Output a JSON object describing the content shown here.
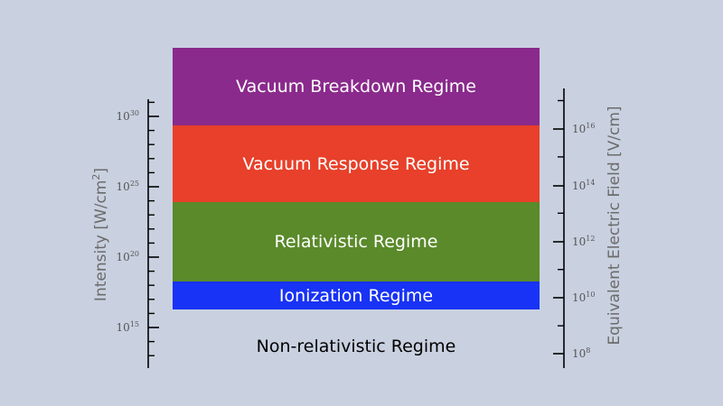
{
  "regimes": {
    "vacuum_breakdown": {
      "label": "Vacuum Breakdown Regime",
      "color": "#8a2a8c"
    },
    "vacuum_response": {
      "label": "Vacuum Response Regime",
      "color": "#e8402a"
    },
    "relativistic": {
      "label": "Relativistic Regime",
      "color": "#5a8a2a"
    },
    "ionization": {
      "label": "Ionization Regime",
      "color": "#1833f5"
    },
    "non_relativistic": {
      "label": "Non-relativistic Regime"
    }
  },
  "left_axis": {
    "title": "Intensity [W/cm",
    "title_sup": "2",
    "title_end": "]",
    "ticks": [
      {
        "base": "10",
        "exp": "30"
      },
      {
        "base": "10",
        "exp": "25"
      },
      {
        "base": "10",
        "exp": "20"
      },
      {
        "base": "10",
        "exp": "15"
      }
    ]
  },
  "right_axis": {
    "title": "Equivalent Electric Field  [V/cm]",
    "ticks": [
      {
        "base": "10",
        "exp": "16"
      },
      {
        "base": "10",
        "exp": "14"
      },
      {
        "base": "10",
        "exp": "12"
      },
      {
        "base": "10",
        "exp": "10"
      },
      {
        "base": "10",
        "exp": "8"
      }
    ]
  },
  "colors": {
    "axis": "#000000",
    "axis_title": "#6b6b6b",
    "tick_text": "#555555",
    "background": "#c9d1e0"
  }
}
